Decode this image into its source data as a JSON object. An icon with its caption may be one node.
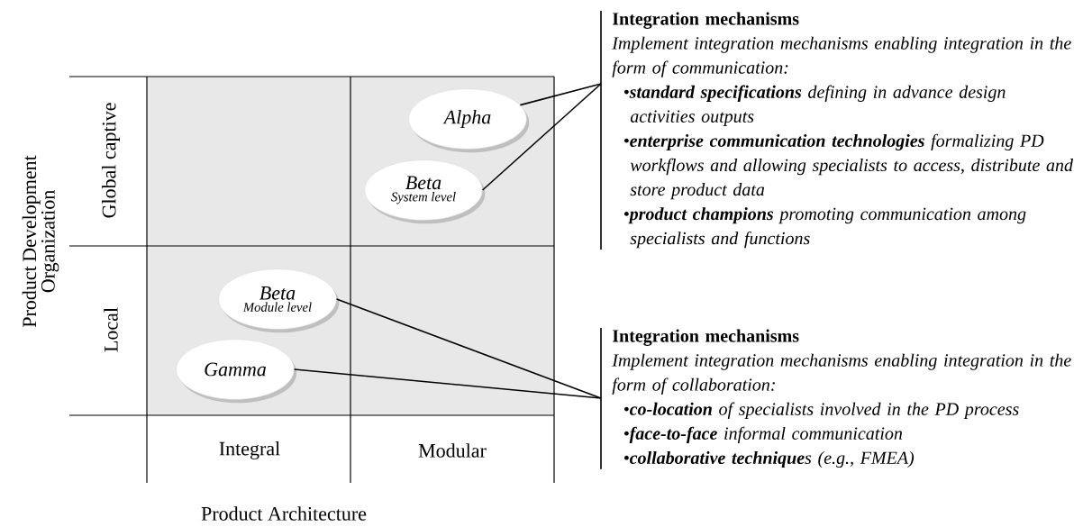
{
  "diagram": {
    "nodes": [
      {
        "text": [
          "Alpha"
        ]
      },
      {
        "text": [
          "Beta",
          "System level"
        ]
      },
      {
        "text": [
          "Beta",
          "Module level"
        ]
      },
      {
        "text": [
          "Gamma"
        ]
      },
      {
        "text": [
          "Integration mechanisms",
          "Implement integration mechanisms enabling integration in the form of communication:",
          "•**standard specifications** defining in advance design activities outputs",
          "•**enterprise communication technologies** formalizing PD workflows and allowing specialists to access, distribute and store product data",
          "•**product champions** promoting communication among specialists and functions"
        ]
      },
      {
        "text": [
          "Integration mechanisms",
          "Implement integration mechanisms enabling integration in the form of collaboration:",
          "•**co-location** of specialists involved in the PD process",
          "•**face-to-face** informal communication",
          "•**collaborative technique**s (e.g., FMEA)"
        ]
      }
    ],
    "edges": [
      {
        "from": 0,
        "to": 4,
        "arrow": "none"
      },
      {
        "from": 1,
        "to": 4,
        "arrow": "none"
      },
      {
        "from": 2,
        "to": 5,
        "arrow": "none"
      },
      {
        "from": 3,
        "to": 5,
        "arrow": "none"
      }
    ],
    "labels": [
      "Product Development Organization",
      "Global captive",
      "Local",
      "Integral",
      "Modular",
      "Product Architecture"
    ]
  }
}
